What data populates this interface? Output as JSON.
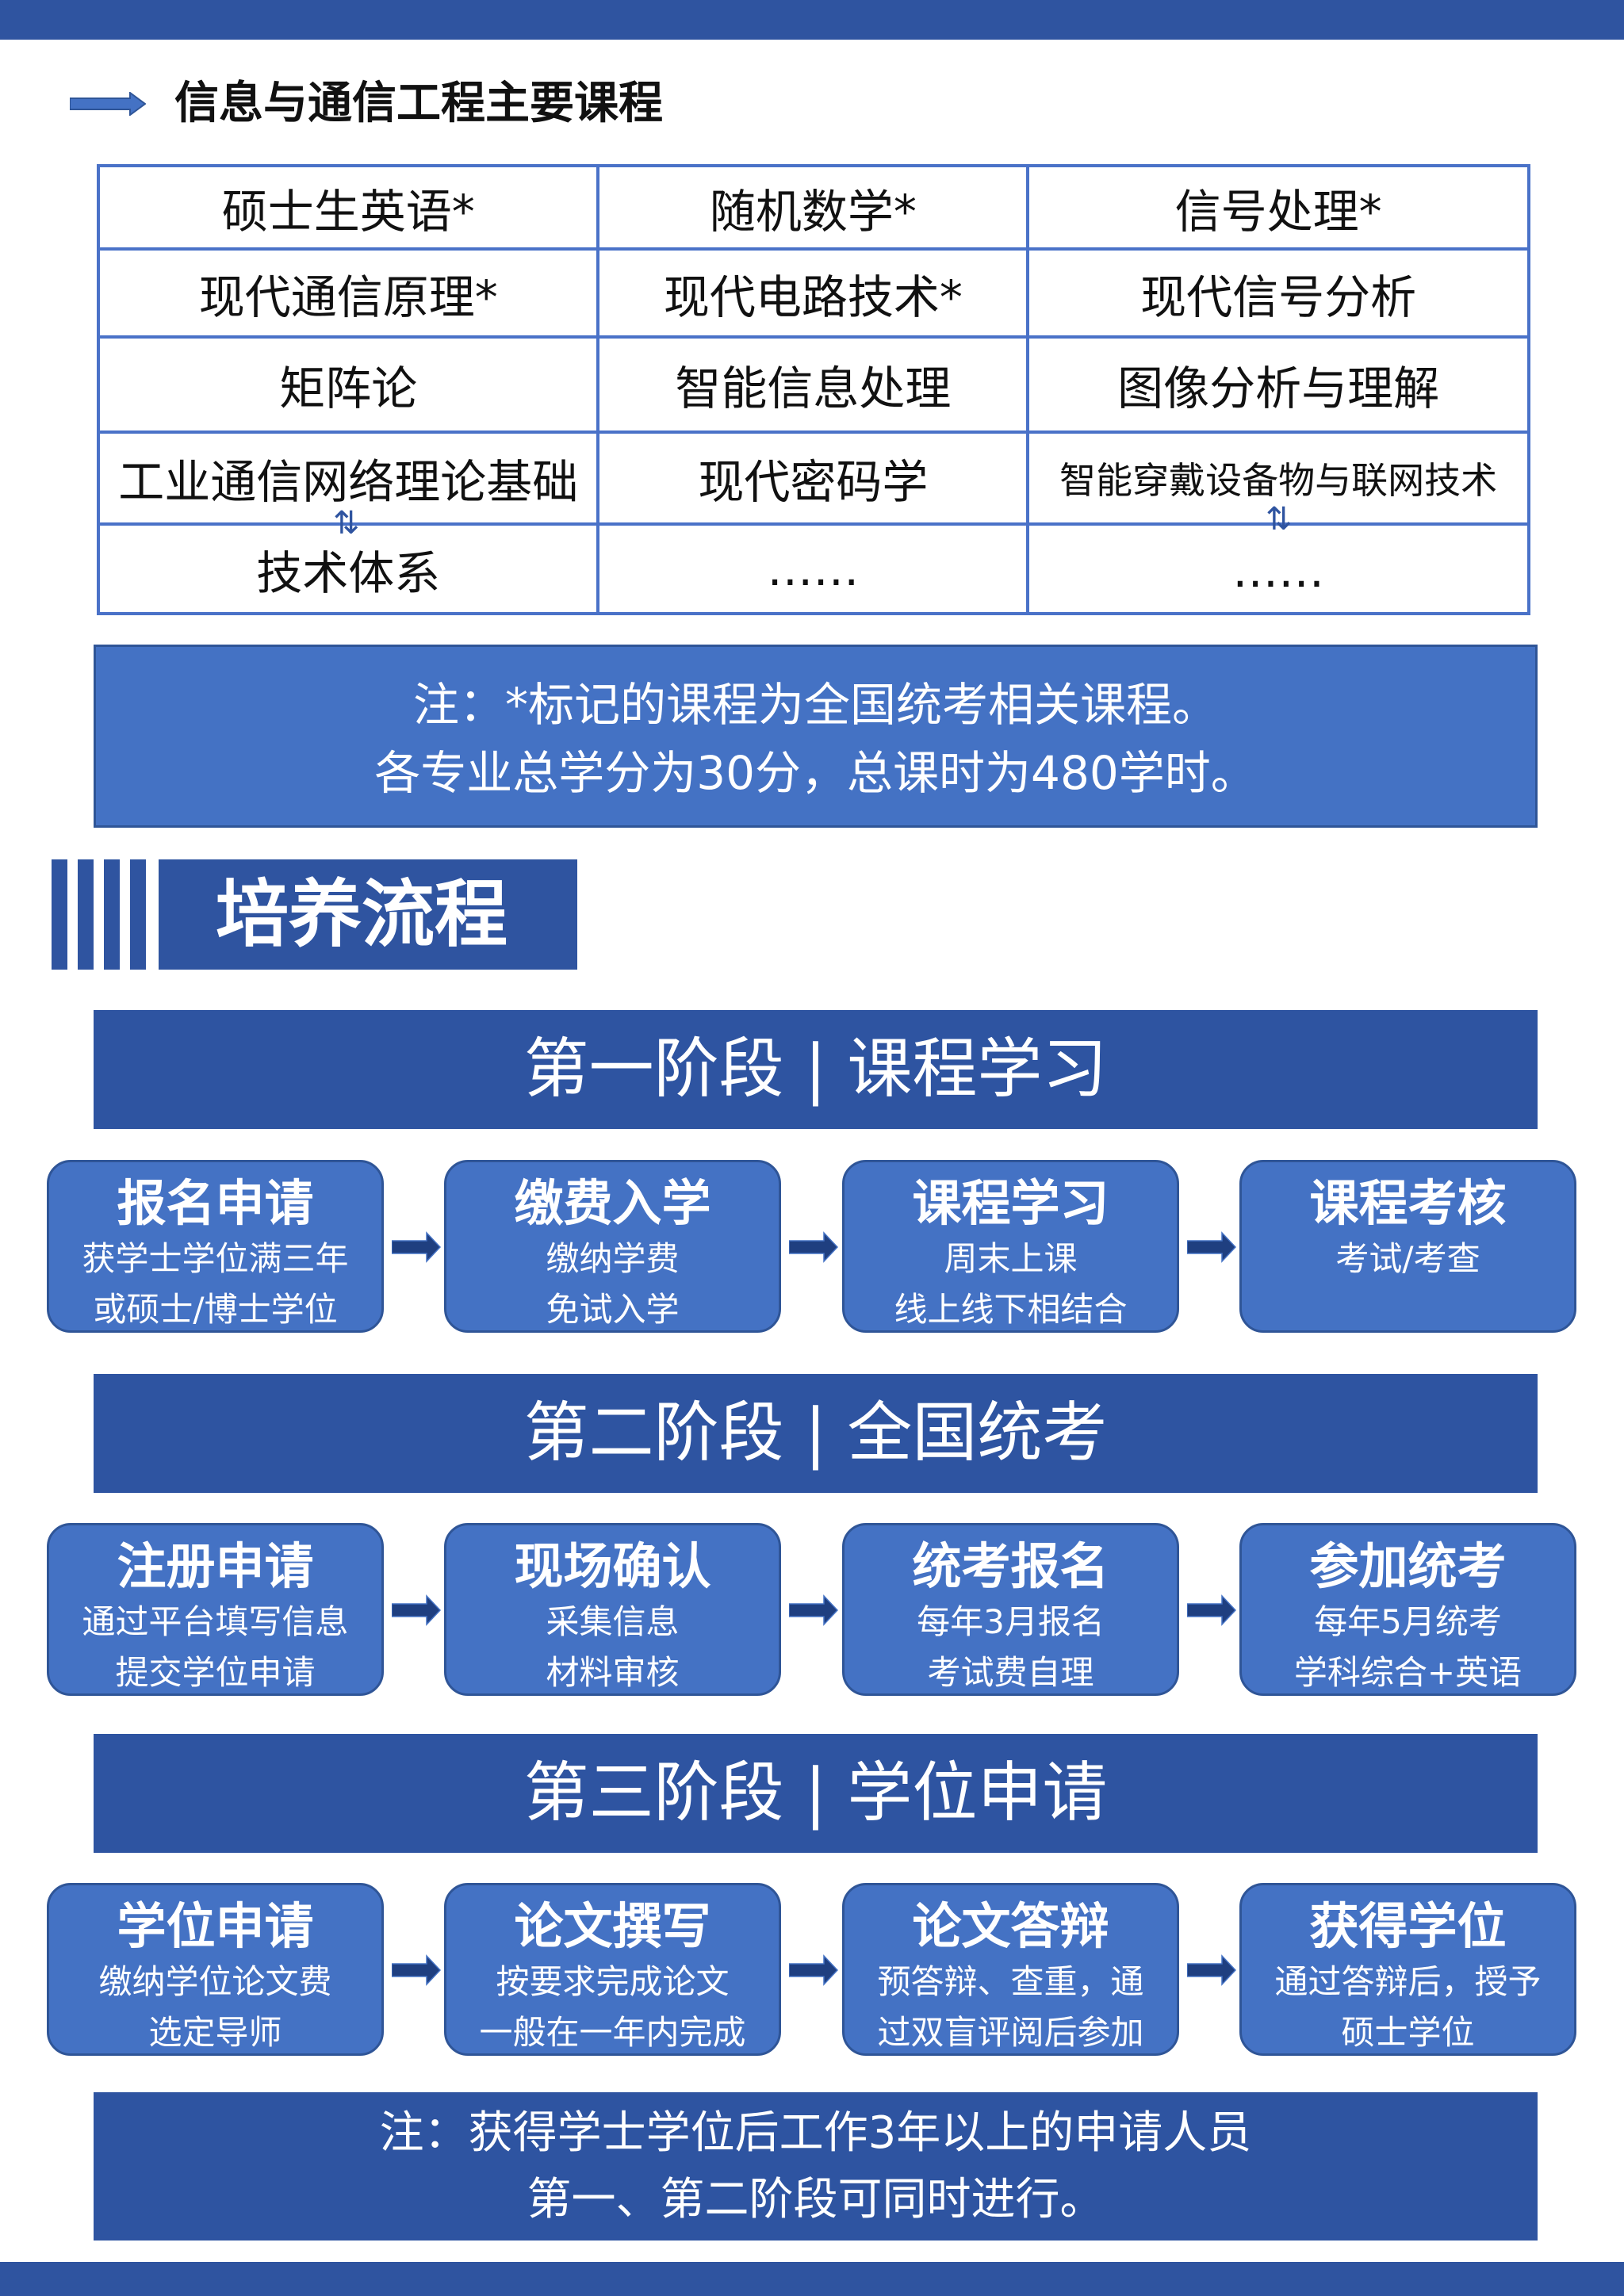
{
  "heading": "信息与通信工程主要课程",
  "courses": [
    [
      "硕士生英语*",
      "随机数学*",
      "信号处理*"
    ],
    [
      "现代通信原理*",
      "现代电路技术*",
      "现代信号分析"
    ],
    [
      "矩阵论",
      "智能信息处理",
      "图像分析与理解"
    ],
    [
      "工业通信网络理论基础",
      "现代密码学",
      "智能穿戴设备物与联网技术"
    ],
    [
      "技术体系",
      "……",
      "……"
    ]
  ],
  "note1": [
    "注：*标记的课程为全国统考相关课程。",
    "各专业总学分为30分，总课时为480学时。"
  ],
  "section_title": "培养流程",
  "stages": [
    {
      "title": "第一阶段 | 课程学习",
      "steps": [
        {
          "title": "报名申请",
          "lines": [
            "获学士学位满三年",
            "或硕士/博士学位"
          ]
        },
        {
          "title": "缴费入学",
          "lines": [
            "缴纳学费",
            "免试入学"
          ]
        },
        {
          "title": "课程学习",
          "lines": [
            "周末上课",
            "线上线下相结合"
          ]
        },
        {
          "title": "课程考核",
          "lines": [
            "考试/考查",
            ""
          ]
        }
      ]
    },
    {
      "title": "第二阶段 | 全国统考",
      "steps": [
        {
          "title": "注册申请",
          "lines": [
            "通过平台填写信息",
            "提交学位申请"
          ]
        },
        {
          "title": "现场确认",
          "lines": [
            "采集信息",
            "材料审核"
          ]
        },
        {
          "title": "统考报名",
          "lines": [
            "每年3月报名",
            "考试费自理"
          ]
        },
        {
          "title": "参加统考",
          "lines": [
            "每年5月统考",
            "学科综合+英语"
          ]
        }
      ]
    },
    {
      "title": "第三阶段 | 学位申请",
      "steps": [
        {
          "title": "学位申请",
          "lines": [
            "缴纳学位论文费",
            "选定导师"
          ]
        },
        {
          "title": "论文撰写",
          "lines": [
            "按要求完成论文",
            "一般在一年内完成"
          ]
        },
        {
          "title": "论文答辩",
          "lines": [
            "预答辩、查重，通",
            "过双盲评阅后参加"
          ]
        },
        {
          "title": "获得学位",
          "lines": [
            "通过答辩后，授予",
            "硕士学位"
          ]
        }
      ]
    }
  ],
  "note2": [
    "注：获得学士学位后工作3年以上的申请人员",
    "第一、第二阶段可同时进行。"
  ],
  "colors": {
    "dark": "#2e54a1",
    "box": "#4472c4",
    "border": "#2f5597"
  }
}
